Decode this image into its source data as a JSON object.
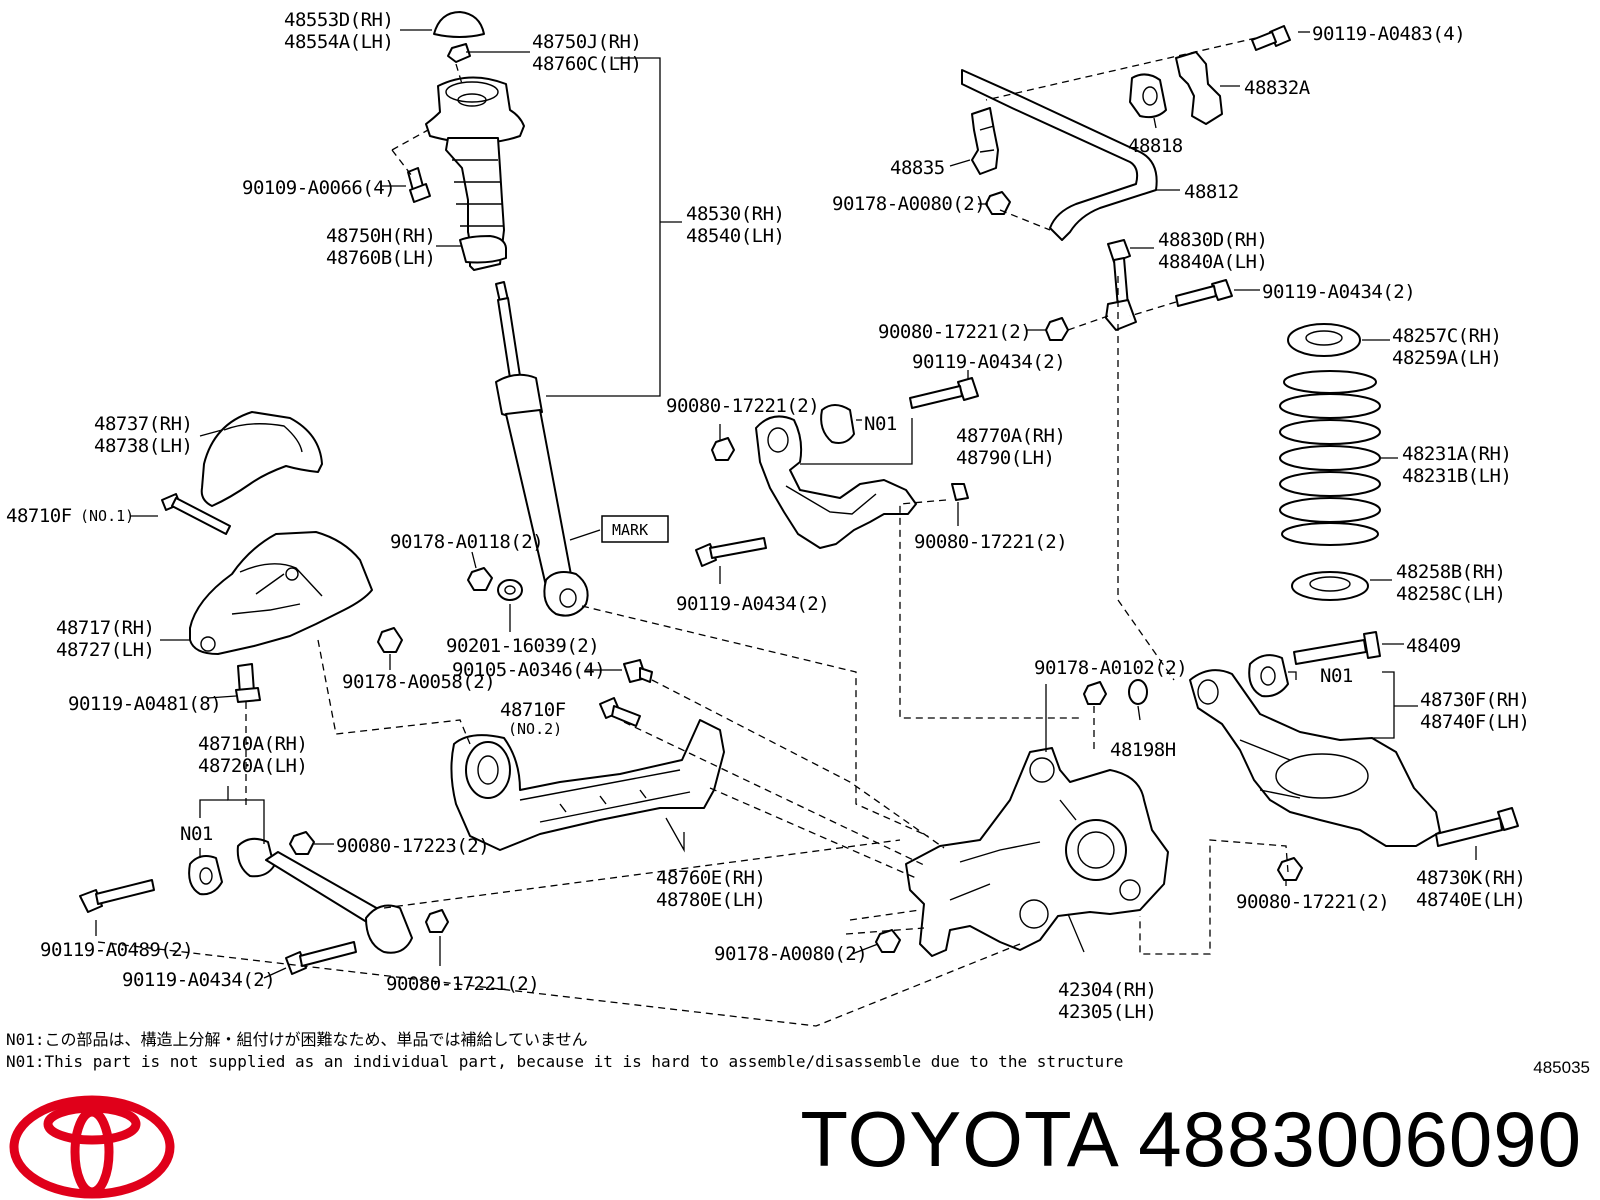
{
  "labels": {
    "p48553D": "48553D(RH)",
    "p48554A": "48554A(LH)",
    "p48750J": "48750J(RH)",
    "p48760C": "48760C(LH)",
    "p90109": "90109-A0066(4)",
    "p48750H": "48750H(RH)",
    "p48760B": "48760B(LH)",
    "p48530": "48530(RH)",
    "p48540": "48540(LH)",
    "mark": "MARK",
    "p48737": "48737(RH)",
    "p48738": "48738(LH)",
    "p48710F1": "48710F",
    "p48710F1_no": "(NO.1)",
    "p90178A0118": "90178-A0118(2)",
    "p48717": "48717(RH)",
    "p48727": "48727(LH)",
    "p90201": "90201-16039(2)",
    "p90178A0058": "90178-A0058(2)",
    "p90105": "90105-A0346(4)",
    "p90119A0481": "90119-A0481(8)",
    "p48710F2": "48710F",
    "p48710F2_no": "(NO.2)",
    "p48710A": "48710A(RH)",
    "p48720A": "48720A(LH)",
    "n01_left": "N01",
    "p90080_17223": "90080-17223(2)",
    "p48760E": "48760E(RH)",
    "p48780E": "48780E(LH)",
    "p90119A0489": "90119-A0489(2)",
    "p90119A0434_bl": "90119-A0434(2)",
    "p90080_17221_bl": "90080-17221(2)",
    "p90178A0080_b": "90178-A0080(2)",
    "p42304": "42304(RH)",
    "p42305": "42305(LH)",
    "p90119A0483": "90119-A0483(4)",
    "p48832A": "48832A",
    "p48818": "48818",
    "p48835": "48835",
    "p48812": "48812",
    "p90178A0080_t": "90178-A0080(2)",
    "p48830D": "48830D(RH)",
    "p48840A": "48840A(LH)",
    "p90119A0434_r": "90119-A0434(2)",
    "p90080_17221_r": "90080-17221(2)",
    "p48257C": "48257C(RH)",
    "p48259A": "48259A(LH)",
    "p90119A0434_m": "90119-A0434(2)",
    "p90080_17221_m": "90080-17221(2)",
    "n01_mid": "N01",
    "p48770A": "48770A(RH)",
    "p48790": "48790(LH)",
    "p48231A": "48231A(RH)",
    "p48231B": "48231B(LH)",
    "p90080_17221_m2": "90080-17221(2)",
    "p90119A0434_m2": "90119-A0434(2)",
    "p48258B": "48258B(RH)",
    "p48258C": "48258C(LH)",
    "p48409": "48409",
    "p90178A0102": "90178-A0102(2)",
    "n01_right": "N01",
    "p48730F": "48730F(RH)",
    "p48740F": "48740F(LH)",
    "p48198H": "48198H",
    "p90080_17221_br": "90080-17221(2)",
    "p48730K": "48730K(RH)",
    "p48740E": "48740E(LH)"
  },
  "notes": {
    "jp": "N01:この部品は、構造上分解・組付けが困難なため、単品では補給していません",
    "en": "N01:This part is not supplied as an individual part, because it is hard to assemble/disassemble due to the structure"
  },
  "diagram_code": "485035",
  "brand": {
    "name": "TOYOTA",
    "part_number": "4883006090",
    "title": "TOYOTA 4883006090",
    "logo_color": "#e0001a"
  }
}
